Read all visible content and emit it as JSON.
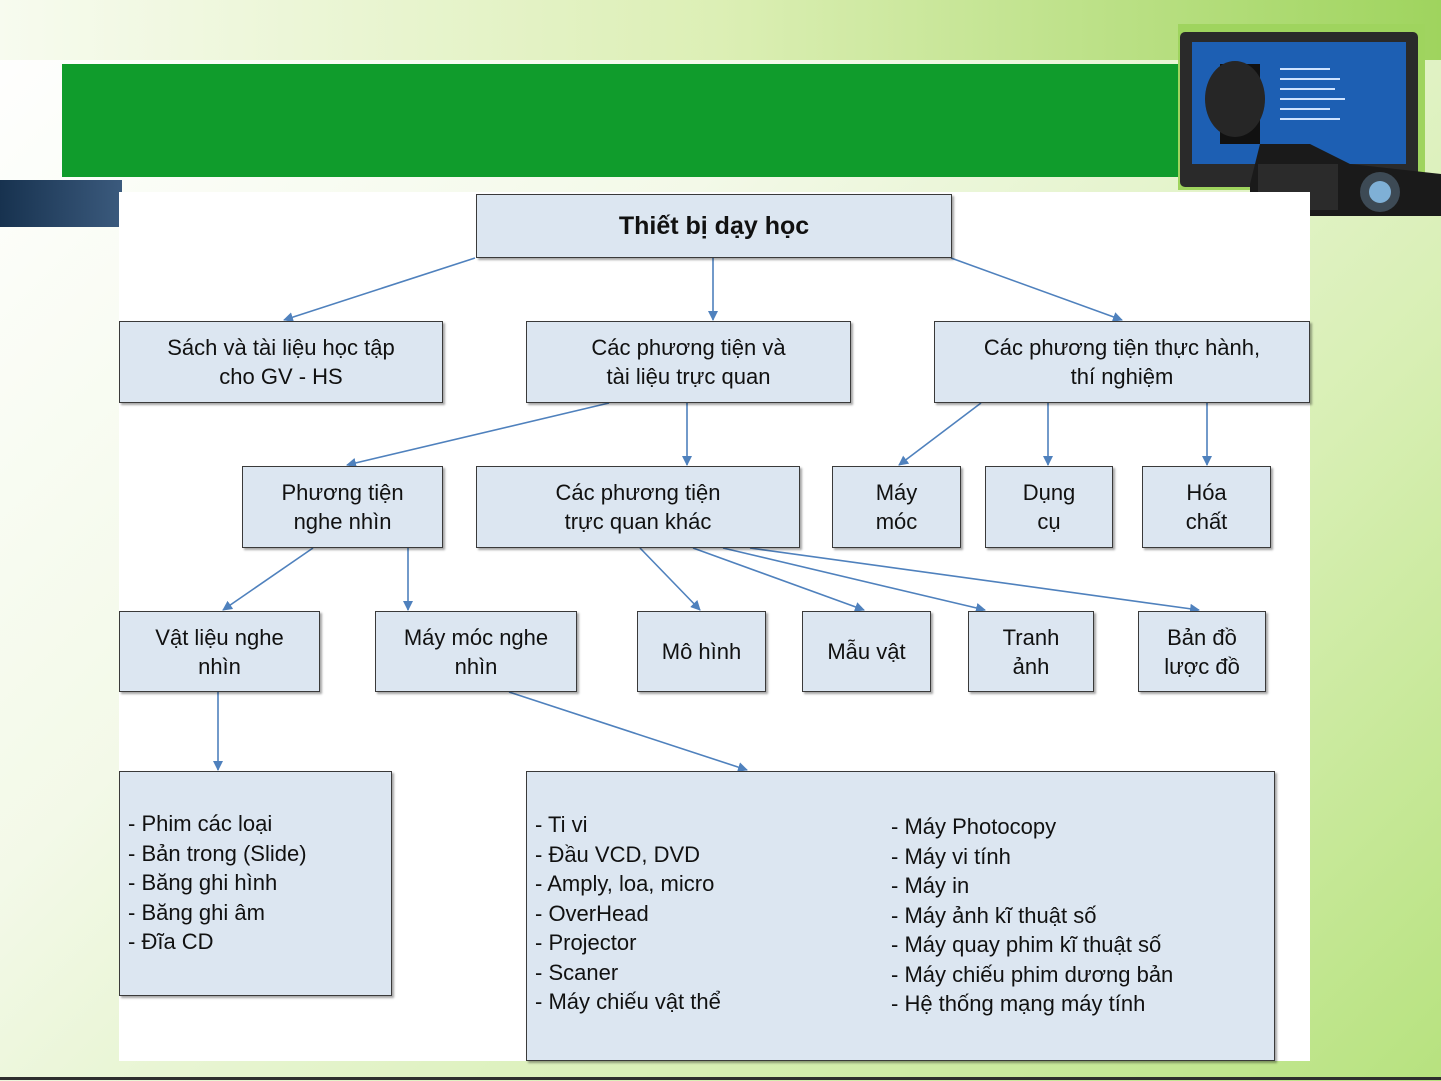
{
  "theme": {
    "title_bar_color": "#109c2c",
    "box_fill": "#dce6f1",
    "arrow_color": "#4f81bd"
  },
  "images": {
    "device": "laptop-and-projector-image"
  },
  "diagram": {
    "root": "Thiết bị dạy học",
    "level1": [
      "Sách và tài liệu học tập\ncho GV - HS",
      "Các phương tiện và\ntài liệu trực quan",
      "Các phương tiện thực hành,\nthí nghiệm"
    ],
    "level2": [
      "Phương tiện\nnghe nhìn",
      "Các phương tiện\ntrực quan khác",
      "Máy\nmóc",
      "Dụng\ncụ",
      "Hóa\nchất"
    ],
    "level3": [
      "Vật liệu nghe\nnhìn",
      "Máy móc nghe\nnhìn",
      "Mô hình",
      "Mẫu vật",
      "Tranh\nảnh",
      "Bản đồ\nlược đồ"
    ],
    "list_materials": [
      "- Phim các loại",
      "- Bản trong (Slide)",
      "- Băng ghi hình",
      "- Băng ghi âm",
      "- Đĩa CD"
    ],
    "list_machines_left": [
      "- Ti vi",
      "- Đầu VCD, DVD",
      "- Amply, loa, micro",
      "- OverHead",
      "- Projector",
      "- Scaner",
      "- Máy chiếu vật thể"
    ],
    "list_machines_right": [
      "- Máy Photocopy",
      "- Máy vi tính",
      "- Máy in",
      "- Máy ảnh kĩ thuật số",
      "- Máy quay phim kĩ thuật số",
      "- Máy chiếu phim dương bản",
      "- Hệ thống mạng máy tính"
    ]
  }
}
